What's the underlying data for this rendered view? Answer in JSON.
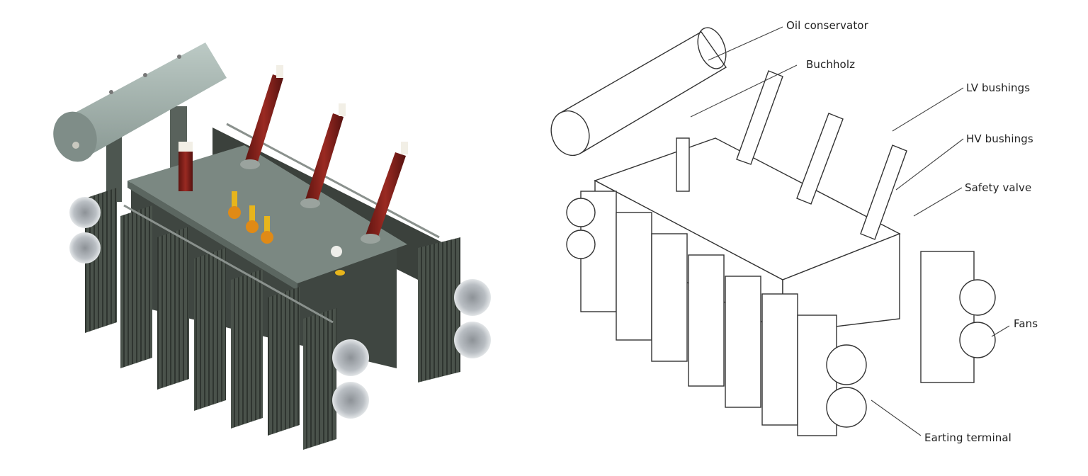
{
  "figure": {
    "left_view": "3D rendered power transformer",
    "right_view": "Line drawing with labeled components"
  },
  "colors": {
    "tank": "#4b534c",
    "tank_dark": "#353b36",
    "cover": "#7d8a84",
    "conservator": "#a9b8b3",
    "bushing_red": "#7a1d18",
    "bushing_cap": "#f2efe6",
    "yellow": "#e7b51c",
    "orange": "#e08a16",
    "fan": "#c9ced2",
    "line": "#333333"
  },
  "labels": [
    {
      "id": "oil-conservator",
      "text": "Oil conservator"
    },
    {
      "id": "buchholz",
      "text": "Buchholz"
    },
    {
      "id": "lv-bushings",
      "text": "LV bushings"
    },
    {
      "id": "hv-bushings",
      "text": "HV bushings"
    },
    {
      "id": "safety-valve",
      "text": "Safety valve"
    },
    {
      "id": "fans",
      "text": "Fans"
    },
    {
      "id": "earting-terminal",
      "text": "Earting terminal"
    }
  ]
}
